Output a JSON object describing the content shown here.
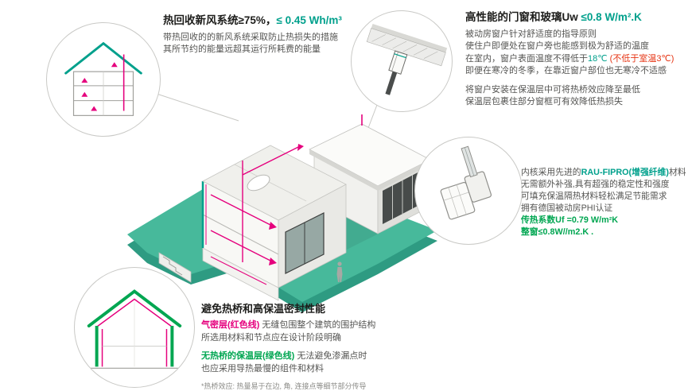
{
  "colors": {
    "teal": "#00a08c",
    "green": "#00a651",
    "pink": "#e5007d",
    "red": "#e63312",
    "ground": "#47b99b"
  },
  "ventilation": {
    "title_dark": "热回收新风系统≥75%，",
    "title_accent": "≤ 0.45 Wh/m³",
    "line1": "带热回收的的新风系统采取防止热损失的措施",
    "line2": "其所节约的能量远超其运行所耗费的能量"
  },
  "window": {
    "title_dark": "高性能的门窗和玻璃Uw ",
    "title_accent": "≤0.8 W/m².K",
    "line1": "被动房窗户针对舒适度的指导原则",
    "line2": "使住户即便处在窗户旁也能感到极为舒适的温度",
    "line3a": "在室内，窗户表面温度不得低于",
    "line3b": "18℃",
    "line3c": "(不低于室温3℃)",
    "line4": "即便在寒冷的冬季，在靠近窗户部位也无寒冷不适感",
    "line5": "将窗户安装在保温层中可将热桥效应降至最低",
    "line6": "保温层包裹住部分窗框可有效降低热损失"
  },
  "frame": {
    "line1a": "内核采用先进的",
    "line1b": "RAU-FIPRO(增强纤维)",
    "line1c": "材料",
    "line2": "无需额外补强,具有超强的稳定性和强度",
    "line3": "可填充保温隔热材料轻松满足节能需求",
    "line4": "拥有德国被动房PHI认证",
    "line5": "传热系数Uf =0.79 W/m²K",
    "line6": "整窗≤0.8W//m2.K ."
  },
  "thermal": {
    "title": "避免热桥和高保温密封性能",
    "line1a": "气密层(红色线)",
    "line1b": " 无缝包围整个建筑的围护结构",
    "line2": "所选用材料和节点应在设计阶段明确",
    "line3a": "无热桥的保温层(绿色线)",
    "line3b": " 无法避免渗漏点时",
    "line4": "也应采用导热最慢的组件和材料",
    "note": "*热桥效应: 热量易于在边, 角, 连接点等细节部分传导"
  }
}
